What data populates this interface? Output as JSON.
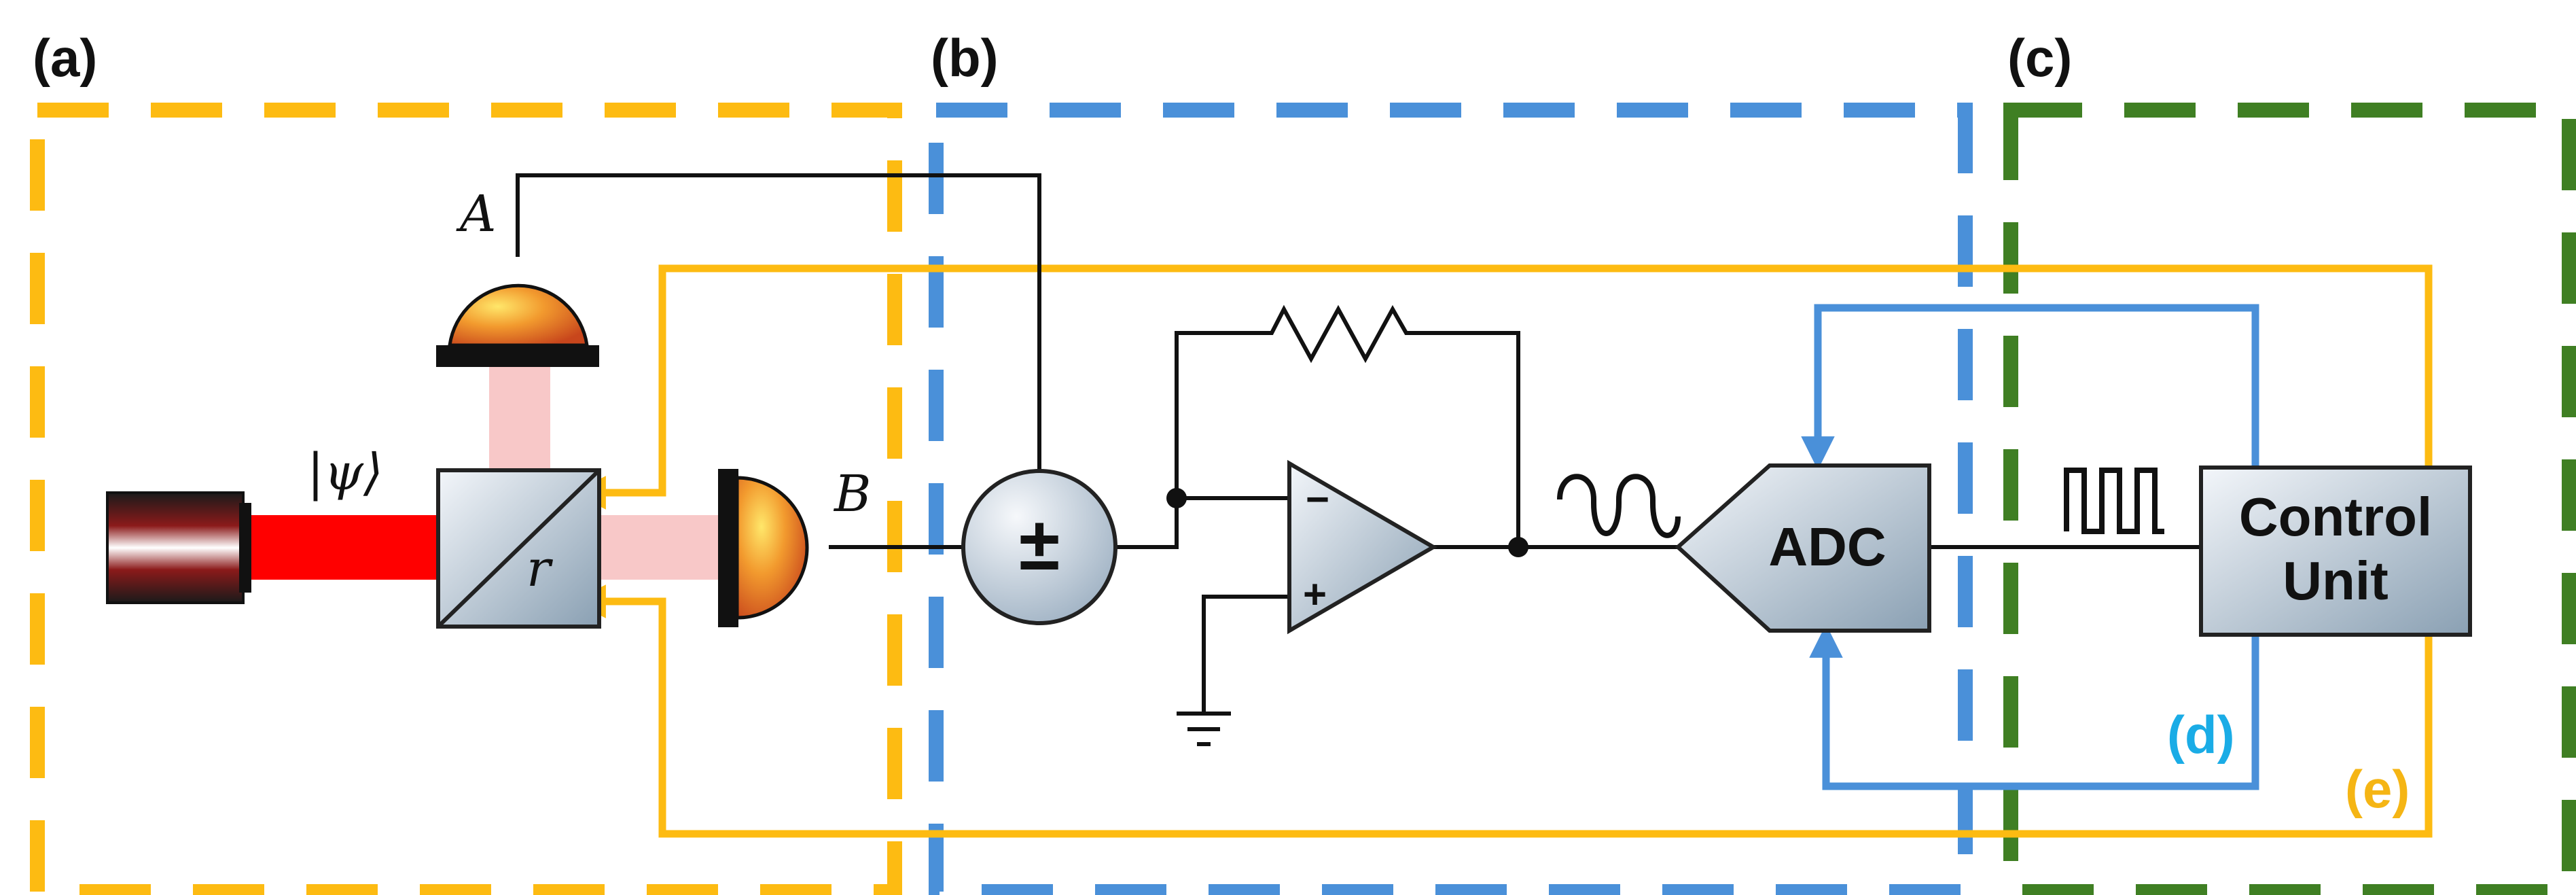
{
  "panels": {
    "a": "(a)",
    "b": "(b)",
    "c": "(c)"
  },
  "loops": {
    "d": "(d)",
    "e": "(e)"
  },
  "optics": {
    "state": "|ψ⟩",
    "detector_a": "A",
    "detector_b": "B",
    "splitter_ratio": "r"
  },
  "electronics": {
    "sum_symbol": "±",
    "opamp_minus": "−",
    "opamp_plus": "+",
    "adc": "ADC",
    "control_line1": "Control",
    "control_line2": "Unit"
  },
  "colors": {
    "panel_a": "#FDBB12",
    "panel_b": "#4A90D9",
    "panel_c": "#3F7F23",
    "loop_d": "#4A90D9",
    "loop_e": "#FDBB12",
    "laser": "#FF0000",
    "beam": "#F8C8C8",
    "label_d": "#1AACE6",
    "label_e": "#F5B514"
  }
}
